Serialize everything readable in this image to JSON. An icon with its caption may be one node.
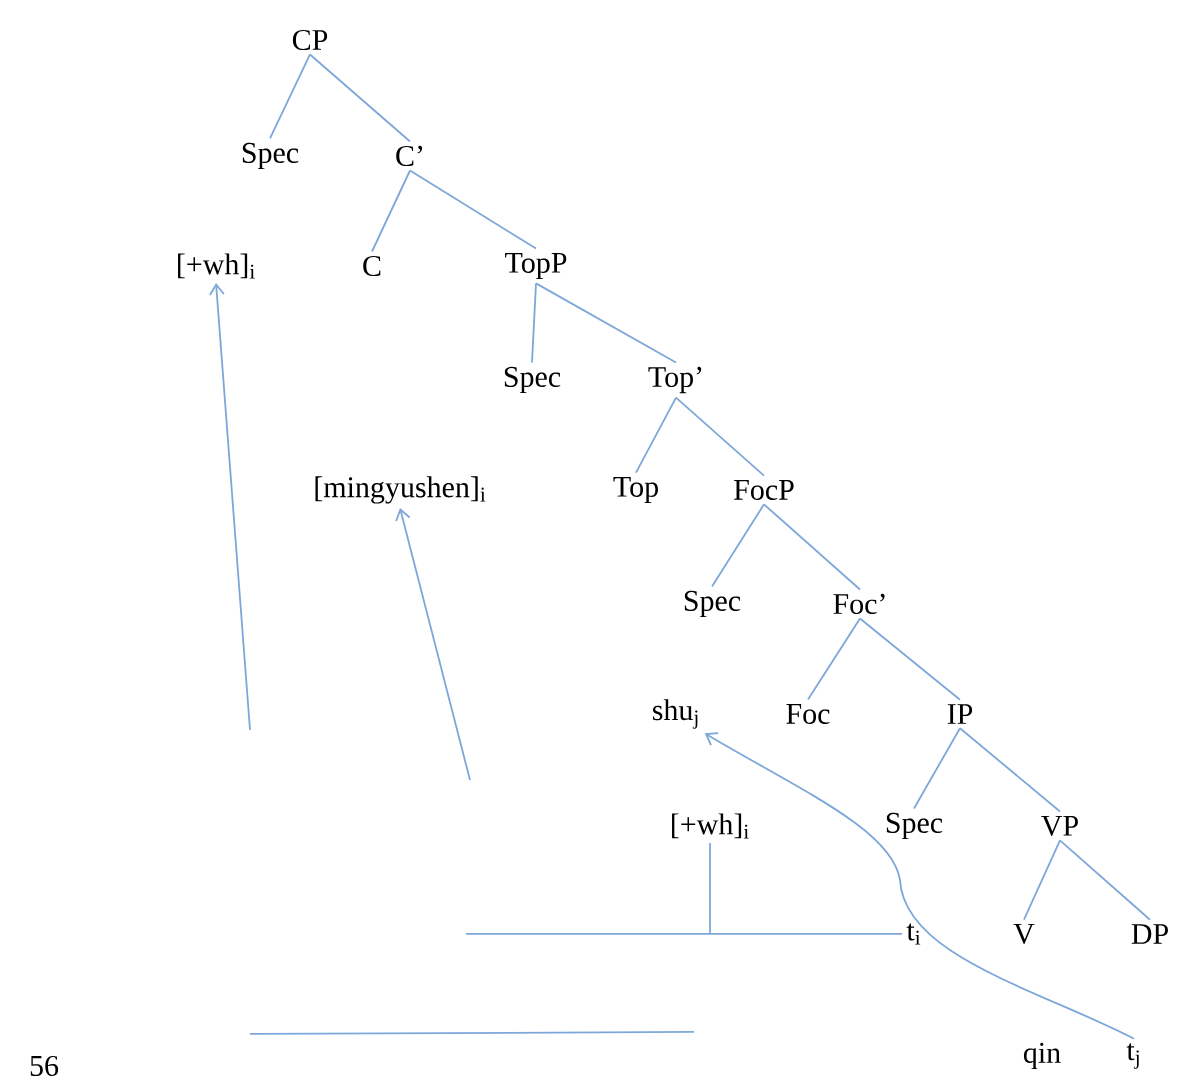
{
  "diagram": {
    "nodes": [
      {
        "text": [
          "CP"
        ]
      },
      {
        "text": [
          "Spec"
        ]
      },
      {
        "text": [
          "C’"
        ]
      },
      {
        "text": [
          "[+wh]$_{i}$"
        ]
      },
      {
        "text": [
          "C"
        ]
      },
      {
        "text": [
          "TopP"
        ]
      },
      {
        "text": [
          "Spec"
        ]
      },
      {
        "text": [
          "Top’"
        ]
      },
      {
        "text": [
          "[mingyushen]$_{i}$"
        ]
      },
      {
        "text": [
          "Top"
        ]
      },
      {
        "text": [
          "FocP"
        ]
      },
      {
        "text": [
          "Spec"
        ]
      },
      {
        "text": [
          "Foc’"
        ]
      },
      {
        "text": [
          "shu$_{j}$"
        ]
      },
      {
        "text": [
          "Foc"
        ]
      },
      {
        "text": [
          "IP"
        ]
      },
      {
        "text": [
          "[+wh]$_{i}$"
        ]
      },
      {
        "text": [
          "Spec"
        ]
      },
      {
        "text": [
          "VP"
        ]
      },
      {
        "text": [
          "t$_{i}$"
        ]
      },
      {
        "text": [
          "V"
        ]
      },
      {
        "text": [
          "DP"
        ]
      },
      {
        "text": [
          "qin"
        ]
      },
      {
        "text": [
          "t$_{j}$"
        ]
      }
    ],
    "edges": [
      {
        "from": 0,
        "to": 1,
        "arrow": "none"
      },
      {
        "from": 0,
        "to": 2,
        "arrow": "none"
      },
      {
        "from": 2,
        "to": 4,
        "arrow": "none"
      },
      {
        "from": 2,
        "to": 5,
        "arrow": "none"
      },
      {
        "from": 5,
        "to": 6,
        "arrow": "none"
      },
      {
        "from": 5,
        "to": 7,
        "arrow": "none"
      },
      {
        "from": 7,
        "to": 9,
        "arrow": "none"
      },
      {
        "from": 7,
        "to": 10,
        "arrow": "none"
      },
      {
        "from": 10,
        "to": 11,
        "arrow": "none"
      },
      {
        "from": 10,
        "to": 12,
        "arrow": "none"
      },
      {
        "from": 12,
        "to": 14,
        "arrow": "none"
      },
      {
        "from": 12,
        "to": 15,
        "arrow": "none"
      },
      {
        "from": 15,
        "to": 17,
        "arrow": "none"
      },
      {
        "from": 15,
        "to": 18,
        "arrow": "none"
      },
      {
        "from": 18,
        "to": 20,
        "arrow": "none"
      },
      {
        "from": 18,
        "to": 21,
        "arrow": "none"
      },
      {
        "from": null,
        "to": 3,
        "arrow": "to"
      },
      {
        "from": null,
        "to": 8,
        "arrow": "to"
      },
      {
        "from": 19,
        "to": 16,
        "arrow": "none"
      },
      {
        "from": 23,
        "to": 13,
        "arrow": "to"
      }
    ],
    "labels": [
      "56"
    ]
  }
}
